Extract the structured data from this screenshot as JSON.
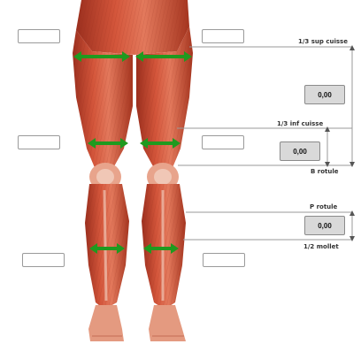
{
  "colors": {
    "muscle": "#c8472f",
    "muscle_light": "#e07a5f",
    "muscle_dark": "#8e2a1a",
    "tendon": "#f3d6c7",
    "arrow": "#1f9a1f",
    "guide_line": "#9a9a9a"
  },
  "inputs": [
    {
      "name": "upper-left-input",
      "value": ""
    },
    {
      "name": "upper-right-input",
      "value": ""
    },
    {
      "name": "middle-left-input",
      "value": ""
    },
    {
      "name": "middle-right-input",
      "value": ""
    },
    {
      "name": "lower-left-input",
      "value": ""
    },
    {
      "name": "lower-right-input",
      "value": ""
    }
  ],
  "values": {
    "thigh_upper": "0,00",
    "thigh_lower": "0,00",
    "calf": "0,00"
  },
  "labels": {
    "sup_cuisse": "1/3 sup cuisse",
    "inf_cuisse": "1/3 inf cuisse",
    "b_rotule": "B rotule",
    "p_rotule": "P rotule",
    "mollet": "1/2 mollet"
  },
  "icons": [
    "double-arrow-icon"
  ]
}
